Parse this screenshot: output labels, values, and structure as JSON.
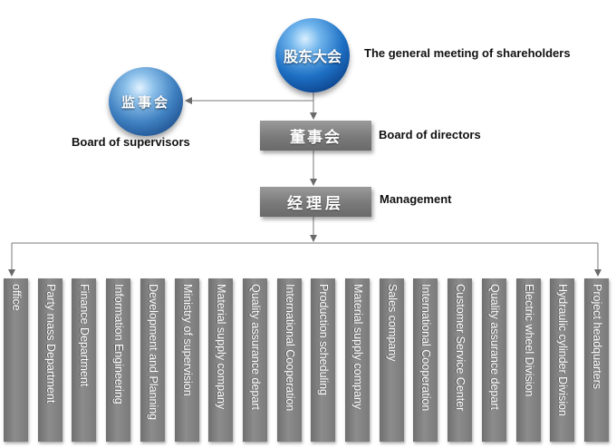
{
  "nodes": {
    "shareholders": {
      "cn": "股东大会",
      "en": "The general meeting of shareholders"
    },
    "supervisors": {
      "cn": "监事会",
      "en": "Board of supervisors"
    },
    "board": {
      "cn": "董事会",
      "en": "Board of directors"
    },
    "management": {
      "cn": "经理层",
      "en": "Management"
    }
  },
  "departments": [
    "office",
    "Party mass Department",
    "Finance Department",
    "Information Engineering",
    "Development and Planning",
    "Ministry of supervision",
    "Material supply company",
    "Quality assurance depart",
    "International Cooperation",
    "Production scheduling",
    "Material supply company",
    "Sales company",
    "International Cooperation",
    "Customer Service Center",
    "Quality assurance depart",
    "Electric wheel Division",
    "Hydraulic cylinder Division",
    "Project headquarters"
  ]
}
